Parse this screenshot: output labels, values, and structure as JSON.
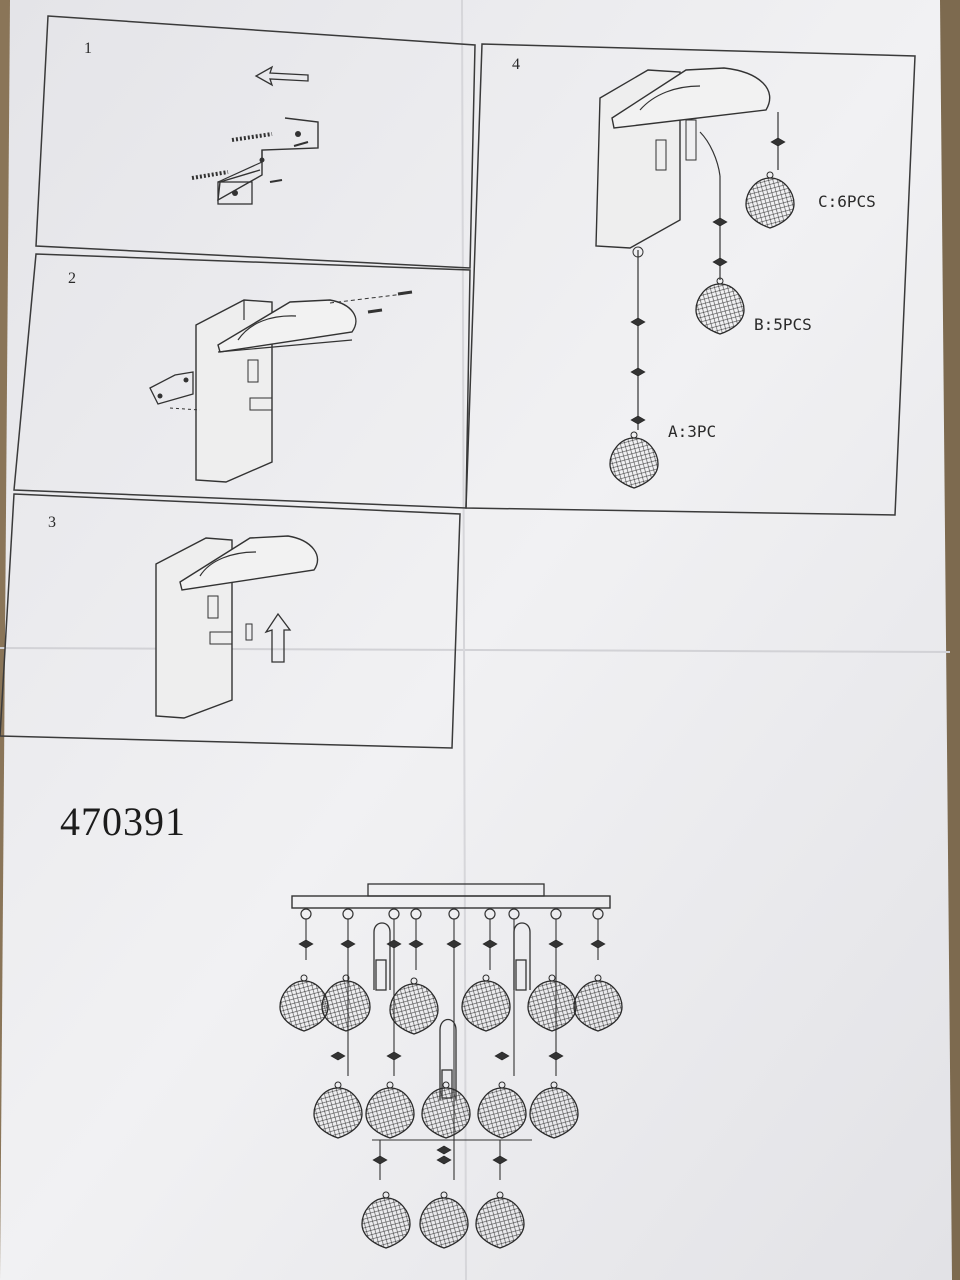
{
  "sheet": {
    "steps": [
      {
        "number": "1"
      },
      {
        "number": "2"
      },
      {
        "number": "3"
      },
      {
        "number": "4"
      }
    ],
    "parts": [
      {
        "label": "C:6PCS"
      },
      {
        "label": "B:5PCS"
      },
      {
        "label": "A:3PC"
      }
    ],
    "model_number": "470391"
  },
  "colors": {
    "paper": "#eeeef0",
    "cardboard": "#8a7558",
    "ink": "#2a2a2a"
  }
}
